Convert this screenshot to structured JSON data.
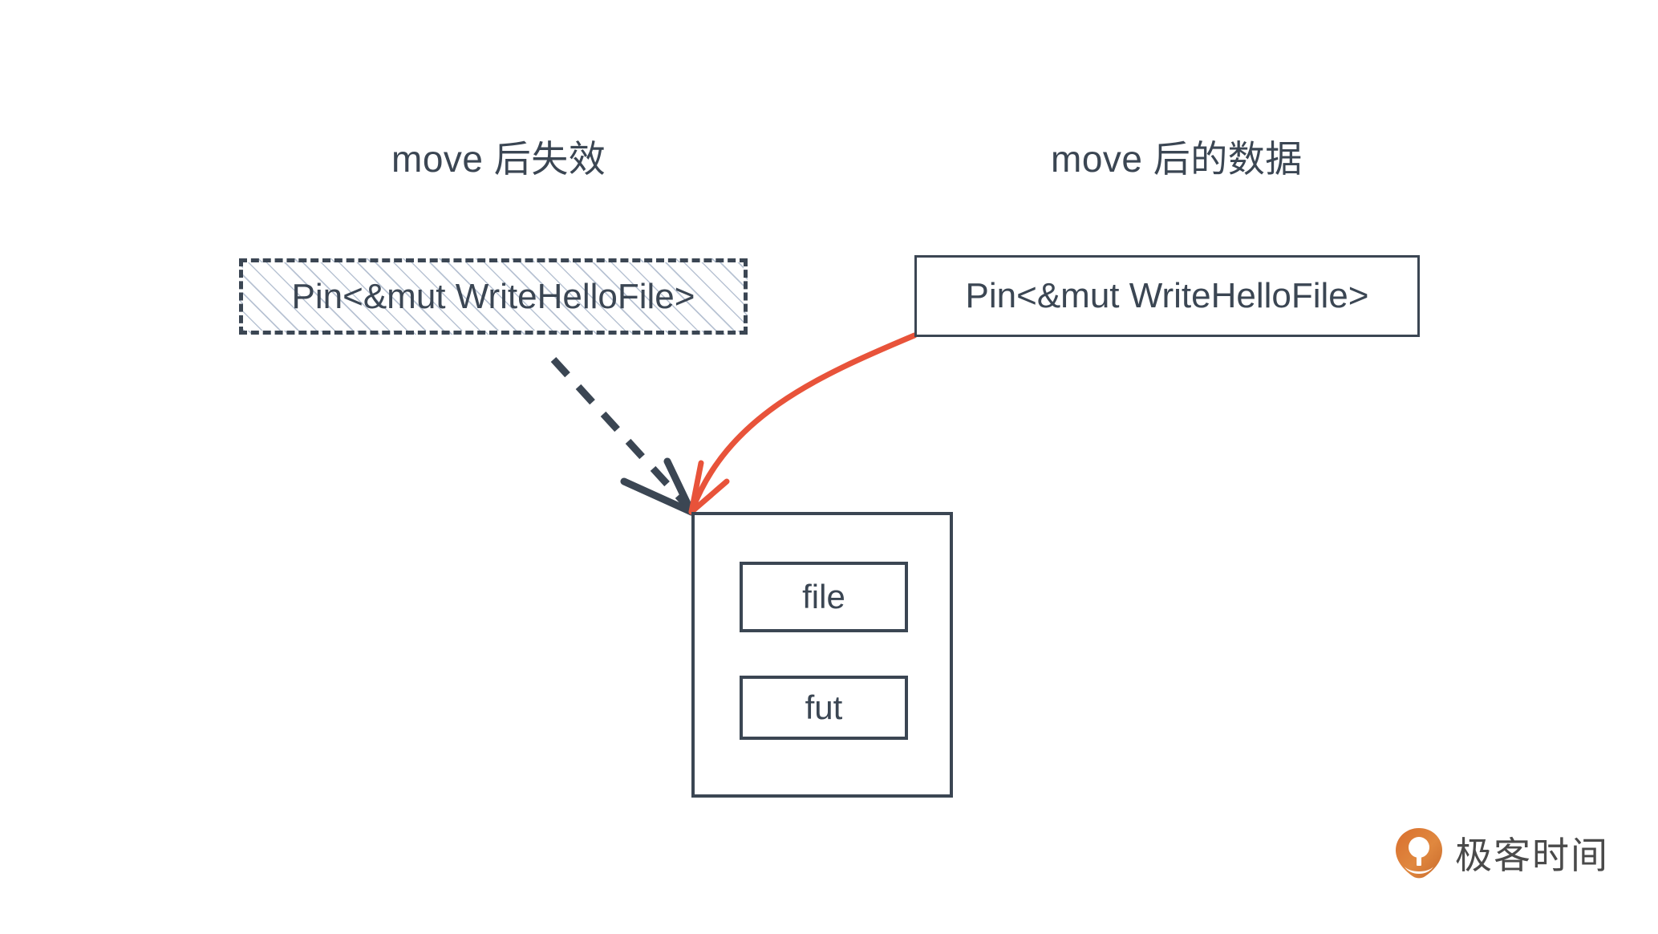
{
  "diagram": {
    "title_left": "move 后失效",
    "title_right": "move 后的数据",
    "boxes": {
      "pin_invalid": "Pin<&mut WriteHelloFile>",
      "pin_active": "Pin<&mut WriteHelloFile>",
      "field_file": "file",
      "field_fut": "fut"
    },
    "arrows": [
      {
        "name": "dashed-stale-pointer-arrow",
        "style": "dashed",
        "color": "#3b4653",
        "from": "pin-invalid-box",
        "to": "struct-container"
      },
      {
        "name": "orange-moved-pointer-arrow",
        "style": "solid-curved",
        "color": "#e8533a",
        "from": "pin-active-box",
        "to": "struct-container"
      }
    ],
    "colors": {
      "stroke": "#3b4653",
      "accent": "#e8533a",
      "hatch": "#7d91af",
      "logo_orange": "#e07b3c",
      "background": "#ffffff"
    }
  },
  "logo": {
    "text": "极客时间",
    "icon": "geek-time-pin-icon"
  }
}
